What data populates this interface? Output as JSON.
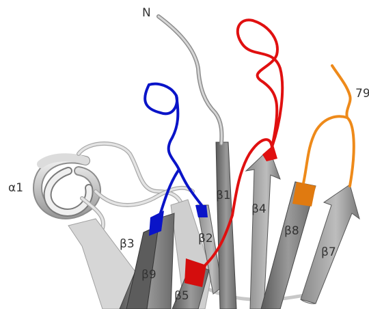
{
  "figure": {
    "labels": {
      "n_terminus": "N",
      "residue_end": "79",
      "alpha1": "α1",
      "beta1": "β1",
      "beta2": "β2",
      "beta3": "β3",
      "beta4": "β4",
      "beta5": "β5",
      "beta7": "β7",
      "beta8": "β8",
      "beta9": "β9"
    },
    "colors": {
      "background": "#ffffff",
      "coil": "#c8c8c8",
      "strand_dark": "#6e6e6e",
      "strand_mid": "#9a9a9a",
      "strand_light": "#d8d8d8",
      "blue_loop": "#0a14c8",
      "red_loop": "#e01010",
      "orange_loop": "#ee8a1a",
      "label_text": "#333333"
    }
  }
}
